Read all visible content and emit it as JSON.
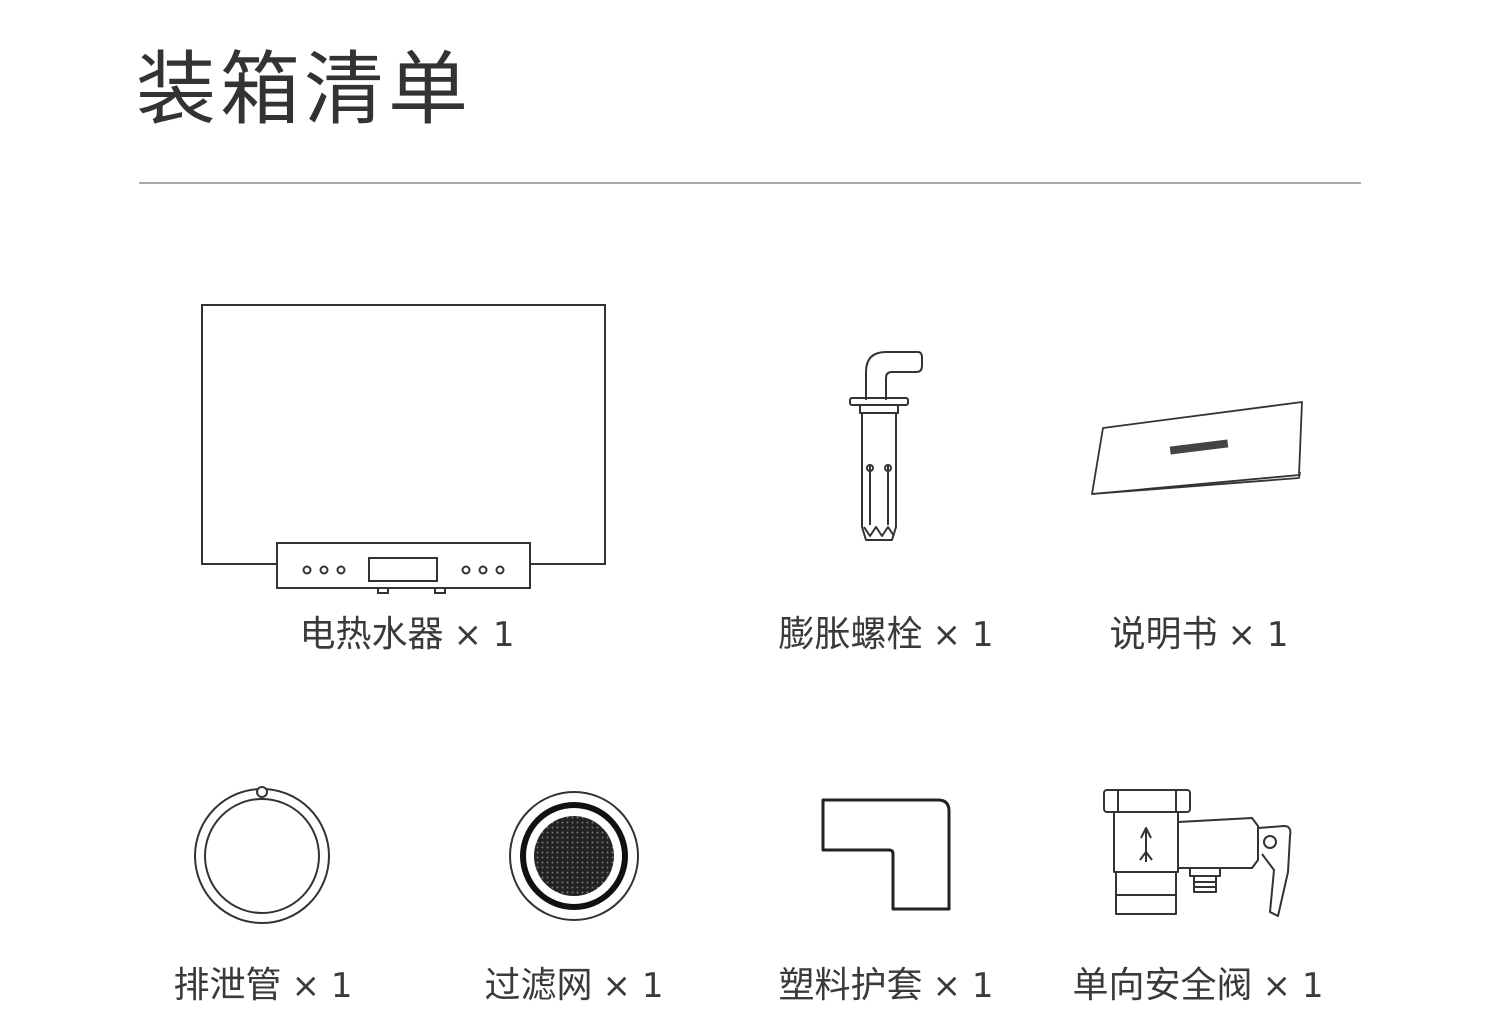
{
  "header": {
    "title": "装箱清单"
  },
  "items": [
    {
      "name": "电热水器",
      "qty": "× 1",
      "icon": "water-heater-icon"
    },
    {
      "name": "膨胀螺栓",
      "qty": "× 1",
      "icon": "expansion-bolt-icon"
    },
    {
      "name": "说明书",
      "qty": "× 1",
      "icon": "manual-icon"
    },
    {
      "name": "排泄管",
      "qty": "× 1",
      "icon": "drain-pipe-icon"
    },
    {
      "name": "过滤网",
      "qty": "× 1",
      "icon": "filter-screen-icon"
    },
    {
      "name": "塑料护套",
      "qty": "× 1",
      "icon": "plastic-sleeve-icon"
    },
    {
      "name": "单向安全阀",
      "qty": "× 1",
      "icon": "safety-valve-icon"
    }
  ],
  "colors": {
    "line": "#333333",
    "divider": "#a9a9a9",
    "text": "#3a3a3a"
  }
}
